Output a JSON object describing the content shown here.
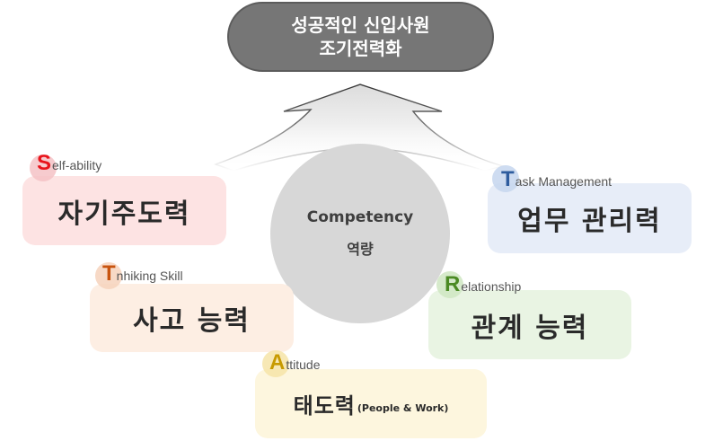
{
  "goal": {
    "line1": "성공적인 신입사원",
    "line2": "조기전력화"
  },
  "center": {
    "title_en": "Competency",
    "title_ko": "역량"
  },
  "items": {
    "self": {
      "letter": "S",
      "rest": "elf-ability",
      "label": "자기주도력",
      "letter_color": "#e8141b",
      "badge_color": "#f4c2c6"
    },
    "task": {
      "letter": "T",
      "rest": "ask Management",
      "label": "업무 관리력",
      "letter_color": "#2e5c9e",
      "badge_color": "#c6d6ee"
    },
    "think": {
      "letter": "T",
      "rest": "nhiking Skill",
      "label": "사고 능력",
      "letter_color": "#c8540f",
      "badge_color": "#f6d2bc"
    },
    "rel": {
      "letter": "R",
      "rest": "elationship",
      "label": "관계 능력",
      "letter_color": "#4b8a24",
      "badge_color": "#cfe6c2"
    },
    "att": {
      "letter": "A",
      "rest": "ttitude",
      "label": "태도력",
      "sub": "(People & Work)",
      "letter_color": "#c79a00",
      "badge_color": "#f6e4a8"
    }
  }
}
